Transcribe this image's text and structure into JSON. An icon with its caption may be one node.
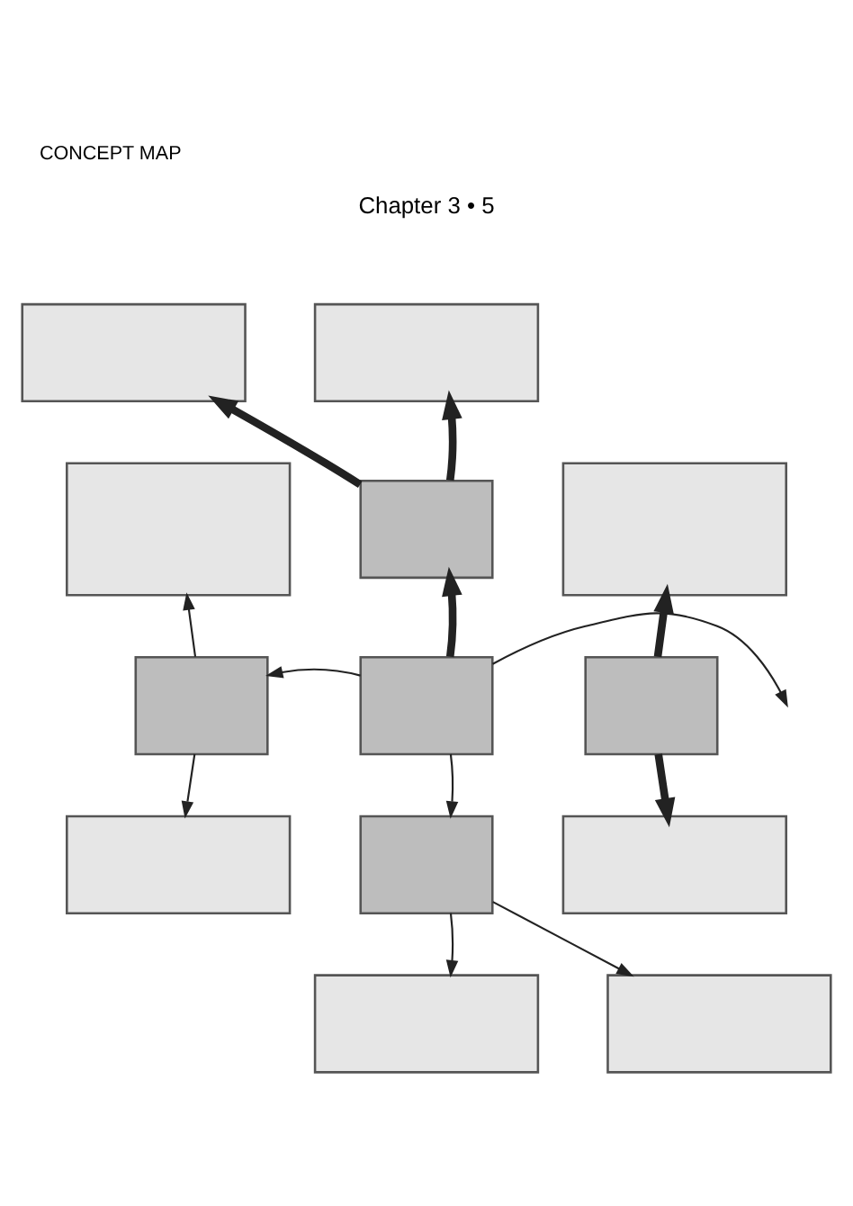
{
  "diagram": {
    "title": "CONCEPT MAP",
    "nodes": [
      {
        "text": [],
        "shape": "box"
      },
      {
        "text": [],
        "shape": "box"
      },
      {
        "text": [],
        "shape": "box"
      },
      {
        "text": [],
        "shape": "box"
      },
      {
        "text": [],
        "shape": "box"
      },
      {
        "text": [],
        "shape": "box"
      },
      {
        "text": [],
        "shape": "box"
      },
      {
        "text": [],
        "shape": "box"
      },
      {
        "text": [],
        "shape": "box"
      },
      {
        "text": [],
        "shape": "box"
      },
      {
        "text": [],
        "shape": "box"
      },
      {
        "text": [],
        "shape": "box"
      },
      {
        "text": [],
        "shape": "box"
      }
    ],
    "edges": [
      {
        "from": 3,
        "to": 0,
        "arrow": "to",
        "style": "thick"
      },
      {
        "from": 3,
        "to": 1,
        "arrow": "to",
        "style": "thick"
      },
      {
        "from": 6,
        "to": 3,
        "arrow": "to",
        "style": "thick"
      },
      {
        "from": 6,
        "to": 5,
        "arrow": "to"
      },
      {
        "from": 6,
        "to": null,
        "arrow": "to"
      },
      {
        "from": 6,
        "to": 9,
        "arrow": "to"
      },
      {
        "from": 5,
        "to": 2,
        "arrow": "to"
      },
      {
        "from": 5,
        "to": 8,
        "arrow": "to"
      },
      {
        "from": 7,
        "to": 4,
        "arrow": "to",
        "style": "thick"
      },
      {
        "from": 7,
        "to": 10,
        "arrow": "to",
        "style": "thick"
      },
      {
        "from": 9,
        "to": 11,
        "arrow": "to"
      },
      {
        "from": 9,
        "to": 12,
        "arrow": "to"
      }
    ],
    "labels": [
      "Chapter 3 • 5"
    ]
  }
}
